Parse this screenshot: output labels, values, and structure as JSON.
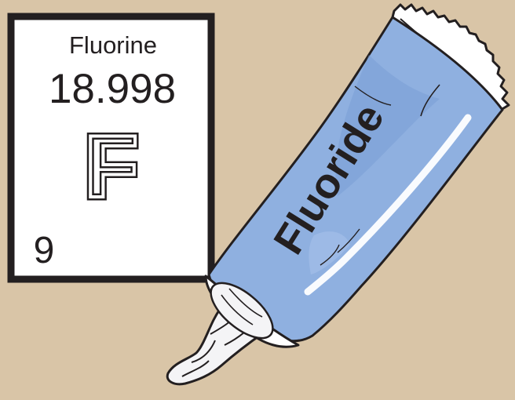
{
  "colors": {
    "background": "#d9c5a7",
    "tube_body": "#8fb0e0",
    "tube_shade": "#7a9fd6",
    "outline": "#231f20",
    "paste": "#f4f4f6"
  },
  "element_card": {
    "name": "Fluorine",
    "atomic_mass": "18.998",
    "symbol": "F",
    "atomic_number": "9"
  },
  "tube": {
    "label": "Fluoride"
  }
}
